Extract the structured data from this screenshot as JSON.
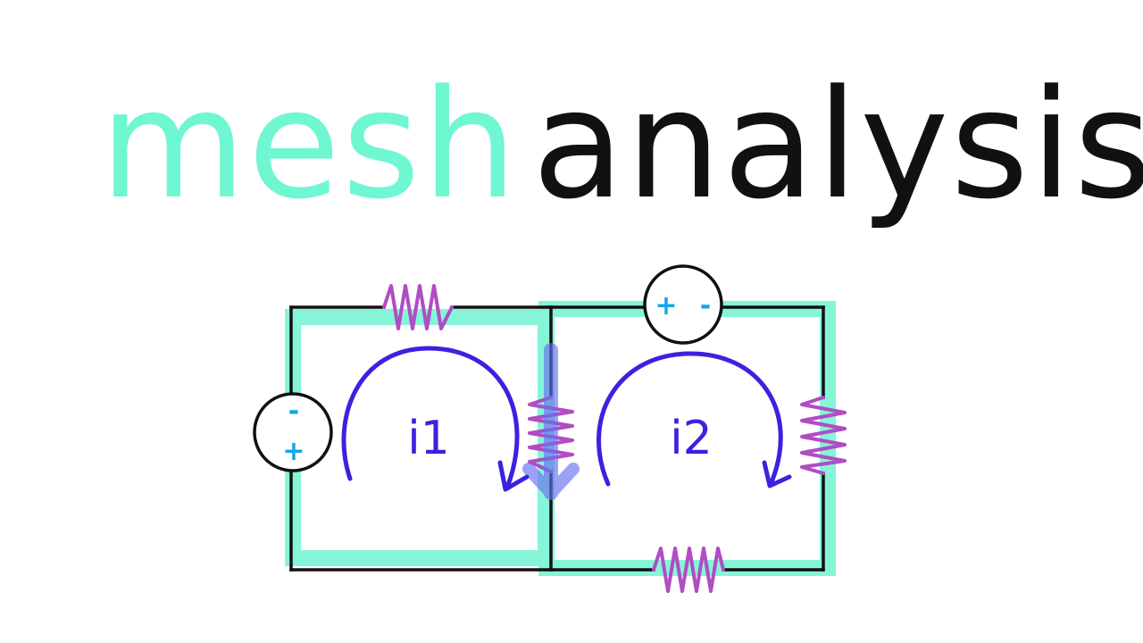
{
  "title": {
    "word_1": "mesh",
    "word_2": "analysis"
  },
  "colors": {
    "accent": "#6ff7d2",
    "highlight": "#86f5d7",
    "wire": "#111111",
    "resistor": "#b04cc4",
    "mesh_arrow": "#3a22e0",
    "sign": "#14a6e8",
    "branch_arrow": "#6a6ff0"
  },
  "diagram": {
    "mesh_1_label": "i1",
    "mesh_2_label": "i2",
    "left_source": {
      "top_sign": "-",
      "bottom_sign": "+"
    },
    "top_source": {
      "left_sign": "+",
      "right_sign": "-"
    }
  }
}
